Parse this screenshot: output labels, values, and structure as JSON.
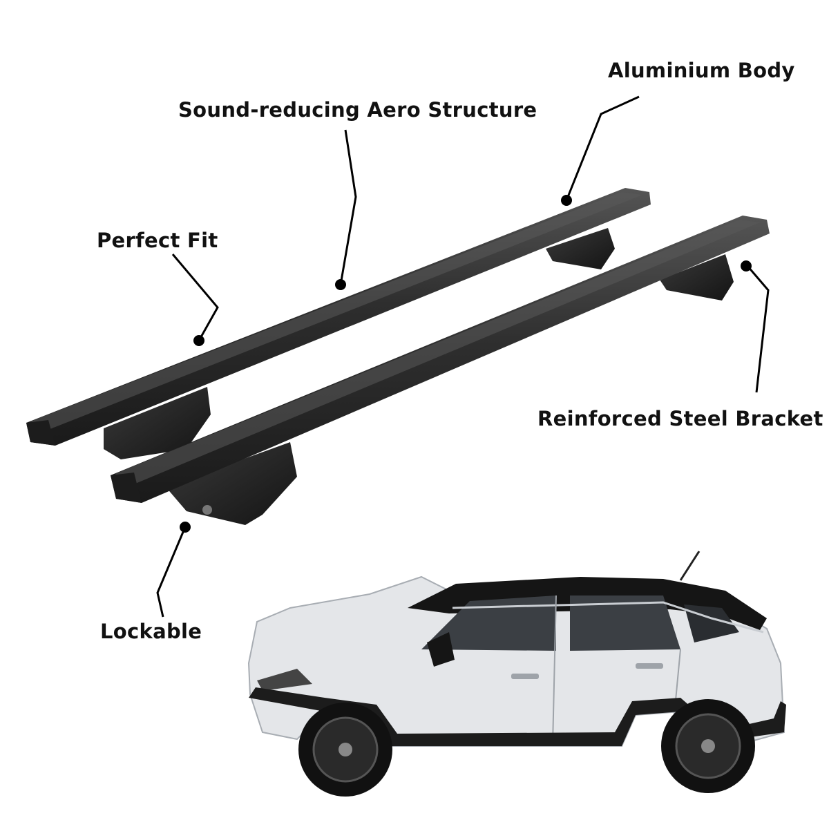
{
  "labels": {
    "aluminium_body": "Aluminium Body",
    "aero_structure": "Sound-reducing Aero Structure",
    "perfect_fit": "Perfect Fit",
    "reinforced_bracket": "Reinforced Steel Bracket",
    "lockable": "Lockable"
  },
  "colors": {
    "bar": "#2b2b2b",
    "bar_highlight": "#4a4a4a",
    "car_body": "#e4e6e9",
    "car_roof": "#151515",
    "callout_line": "#000000"
  },
  "icons": {
    "product": "roof-rack-crossbars-illustration",
    "vehicle": "compact-suv-illustration"
  }
}
